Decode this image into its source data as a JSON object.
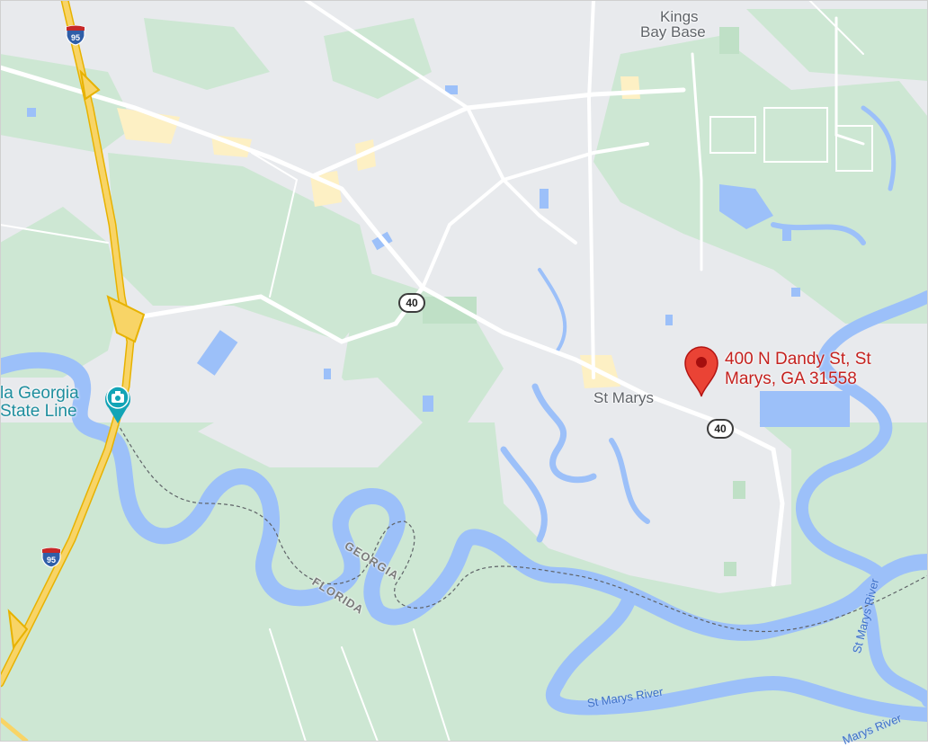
{
  "map": {
    "labels": {
      "kings_bay_line1": "Kings",
      "kings_bay_line2": "Bay Base",
      "st_marys": "St Marys",
      "state_line_line1": "la Georgia",
      "state_line_line2": "State Line",
      "georgia": "GEORGIA",
      "florida": "FLORIDA",
      "river_right": "St Marys River",
      "river_bottom": "St Marys River",
      "river_bottom_right": "Marys River"
    },
    "shields": {
      "i95_top": "95",
      "i95_bottom": "95",
      "ga40_top": "40",
      "ga40_right": "40"
    },
    "marker": {
      "address_line1": "400 N Dandy St, St",
      "address_line2": "Marys, GA 31558"
    },
    "icons": {
      "pin": "location-pin-icon",
      "poi": "camera-icon",
      "interstate": "interstate-shield-icon",
      "state_route": "state-route-shield-icon"
    },
    "colors": {
      "land": "#e8eaed",
      "forest": "#cde7d3",
      "water": "#9cc0f9",
      "highway": "#f8d466",
      "highway_border": "#e7b200",
      "road": "#ffffff",
      "pin": "#ea4335",
      "urban": "#fdf0c4"
    }
  }
}
